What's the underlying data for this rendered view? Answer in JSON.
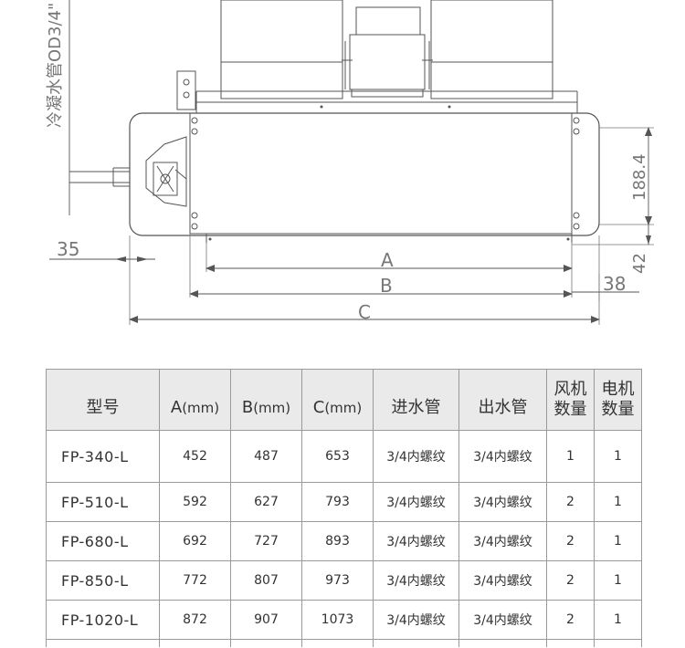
{
  "drawing": {
    "pipe_label": "冷凝水管OD3/4\"",
    "dim_35": "35",
    "dim_188": "188.4",
    "dim_42": "42",
    "dim_38": "38",
    "dim_A": "A",
    "dim_B": "B",
    "dim_C": "C"
  },
  "table": {
    "headers": {
      "model": "型号",
      "a": "A",
      "b": "B",
      "c": "C",
      "unit": "(mm)",
      "inlet": "进水管",
      "outlet": "出水管",
      "fans_line1": "风机",
      "fans_line2": "数量",
      "motors_line1": "电机",
      "motors_line2": "数量"
    },
    "rows": [
      {
        "model": "FP-340-L",
        "a": "452",
        "b": "487",
        "c": "653",
        "inlet": "3/4内螺纹",
        "outlet": "3/4内螺纹",
        "fans": "1",
        "motors": "1"
      },
      {
        "model": "FP-510-L",
        "a": "592",
        "b": "627",
        "c": "793",
        "inlet": "3/4内螺纹",
        "outlet": "3/4内螺纹",
        "fans": "2",
        "motors": "1"
      },
      {
        "model": "FP-680-L",
        "a": "692",
        "b": "727",
        "c": "893",
        "inlet": "3/4内螺纹",
        "outlet": "3/4内螺纹",
        "fans": "2",
        "motors": "1"
      },
      {
        "model": "FP-850-L",
        "a": "772",
        "b": "807",
        "c": "973",
        "inlet": "3/4内螺纹",
        "outlet": "3/4内螺纹",
        "fans": "2",
        "motors": "1"
      },
      {
        "model": "FP-1020-L",
        "a": "872",
        "b": "907",
        "c": "1073",
        "inlet": "3/4内螺纹",
        "outlet": "3/4内螺纹",
        "fans": "2",
        "motors": "1"
      }
    ]
  }
}
